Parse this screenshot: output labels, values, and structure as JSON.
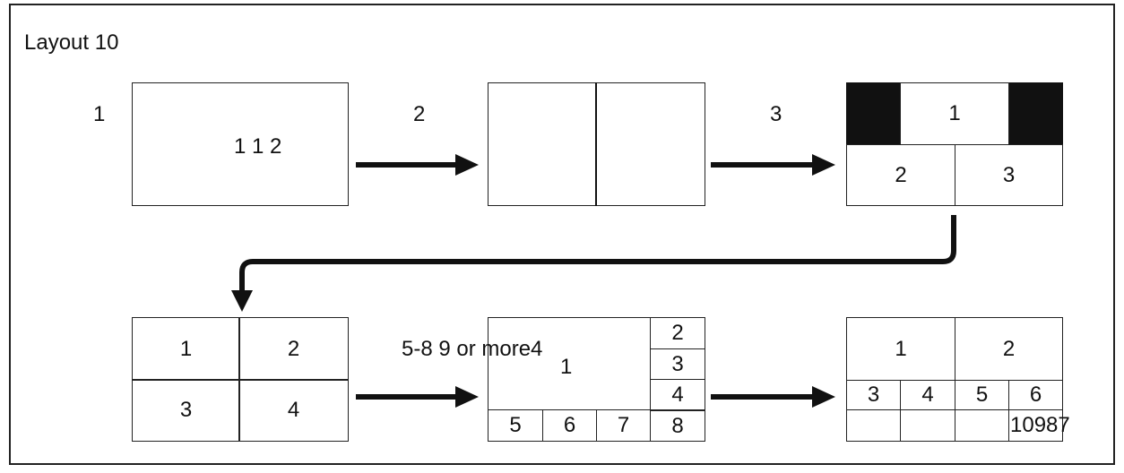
{
  "title": "Layout 10",
  "step_labels": [
    "1",
    "2",
    "3"
  ],
  "box1_text": "1 1 2",
  "box3": {
    "top": "1",
    "bottom_left": "2",
    "bottom_right": "3"
  },
  "box4": [
    "1",
    "2",
    "3",
    "4"
  ],
  "box5": {
    "overlay": "5-8 9 or more4",
    "main": "1",
    "side": [
      "2",
      "3",
      "4"
    ],
    "bottom": [
      "5",
      "6",
      "7",
      "8"
    ]
  },
  "box6": {
    "top": [
      "1",
      "2"
    ],
    "middle": [
      "3",
      "4",
      "5",
      "6"
    ],
    "bottom_text": "10987"
  }
}
